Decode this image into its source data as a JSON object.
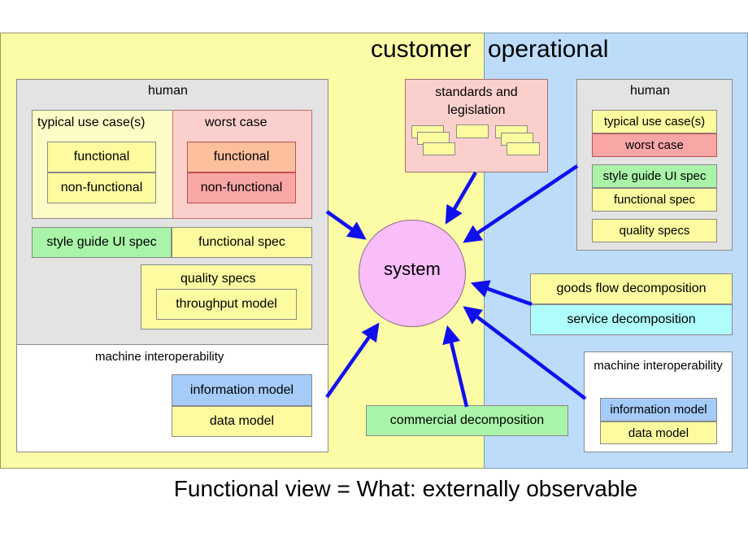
{
  "regions": {
    "customer": "customer",
    "operational": "operational"
  },
  "left_human": {
    "title": "human",
    "typical": {
      "title": "typical use case(s)",
      "functional": "functional",
      "non_functional": "non-functional"
    },
    "worst": {
      "title": "worst case",
      "functional": "functional",
      "non_functional": "non-functional"
    },
    "style_guide": "style guide UI spec",
    "functional_spec": "functional spec",
    "quality": {
      "title": "quality specs",
      "throughput": "throughput model"
    }
  },
  "left_machine": {
    "title": "machine interoperability",
    "information_model": "information model",
    "data_model": "data model"
  },
  "standards": "standards and legislation",
  "system": "system",
  "right_human": {
    "title": "human",
    "typical": "typical use case(s)",
    "worst": "worst case",
    "style_guide": "style guide UI spec",
    "functional_spec": "functional spec",
    "quality": "quality specs"
  },
  "goods_flow": "goods flow decomposition",
  "service": "service decomposition",
  "right_machine": {
    "title": "machine interoperability",
    "information_model": "information model",
    "data_model": "data model"
  },
  "commercial": "commercial decomposition",
  "caption": "Functional view = What: externally observable"
}
